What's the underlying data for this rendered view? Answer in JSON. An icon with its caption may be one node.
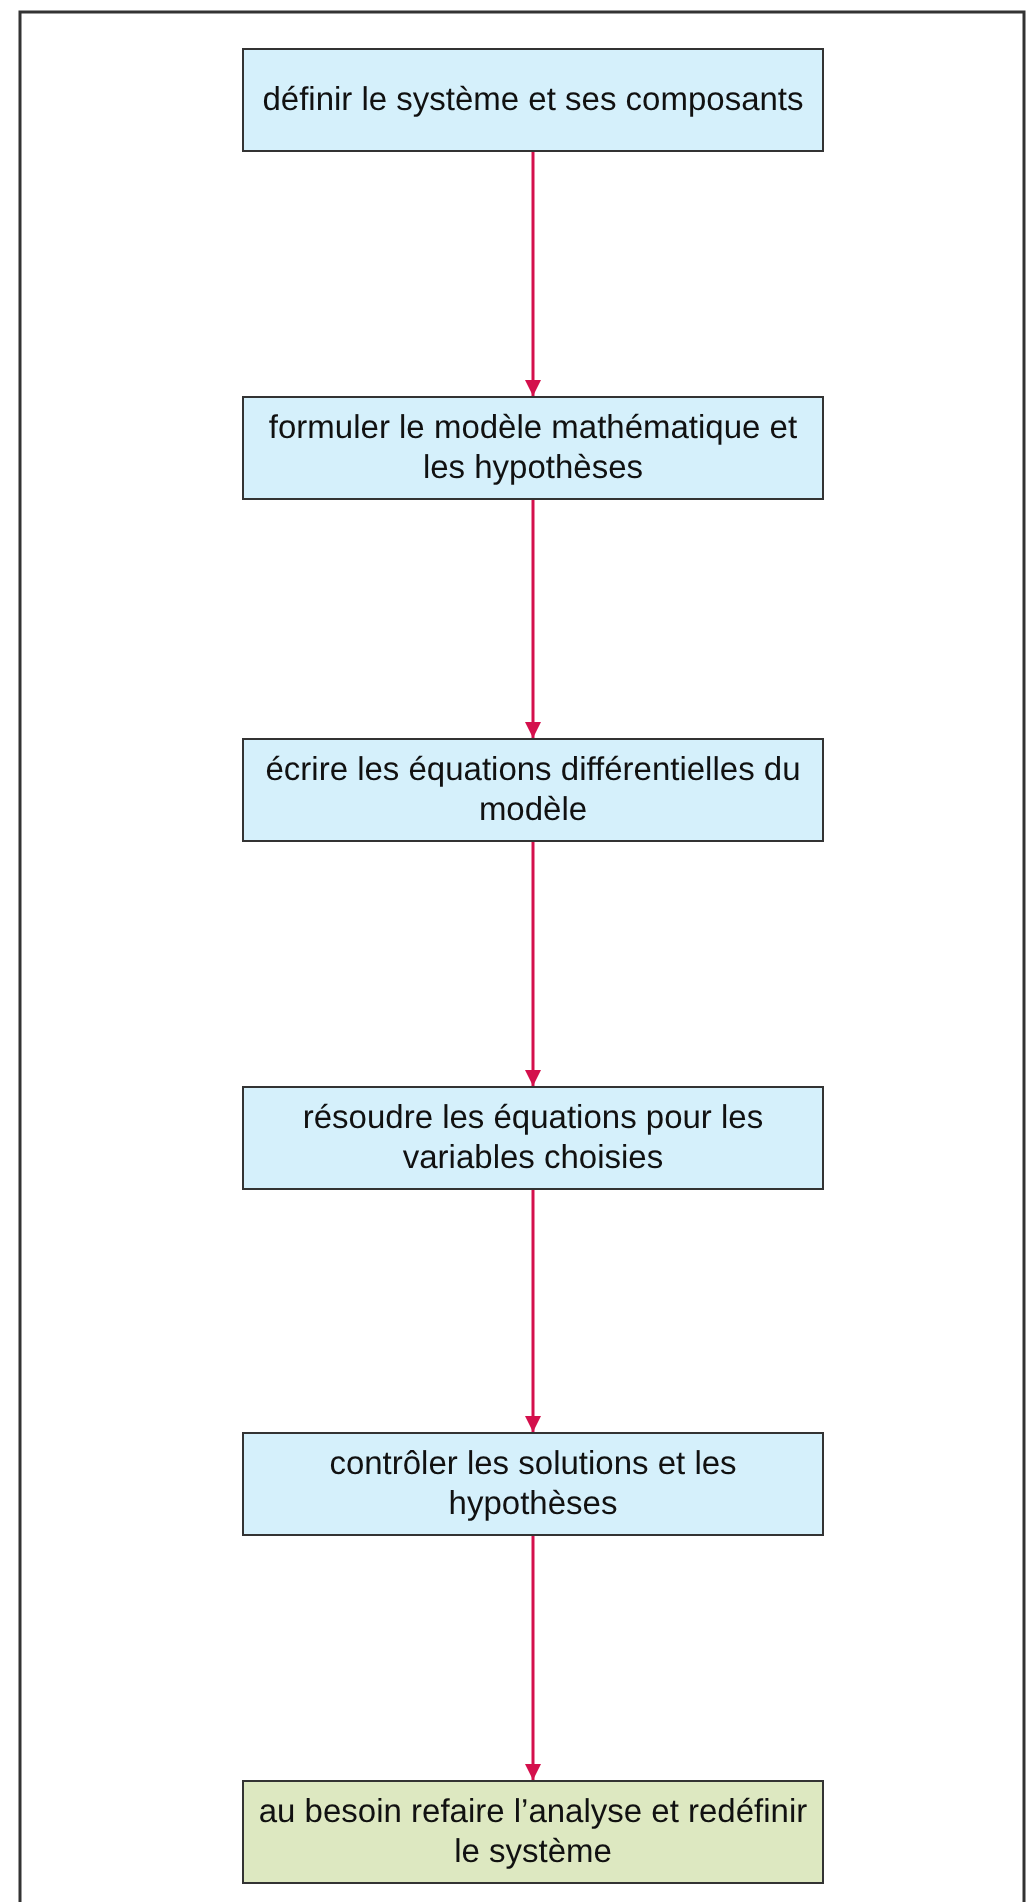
{
  "diagram": {
    "nodes": [
      {
        "text": [
          "définir le système et ses composants"
        ]
      },
      {
        "text": [
          "formuler le modèle mathématique et les hypothèses"
        ]
      },
      {
        "text": [
          "écrire les équations différentielles du modèle"
        ]
      },
      {
        "text": [
          "résoudre les équations pour les variables choisies"
        ]
      },
      {
        "text": [
          "contrôler les solutions et les hypothèses"
        ]
      },
      {
        "text": [
          "au besoin refaire l’analyse et redéfinir le système"
        ]
      }
    ],
    "edges": [
      {
        "from": 0,
        "to": 1,
        "arrow": "to"
      },
      {
        "from": 1,
        "to": 2,
        "arrow": "to"
      },
      {
        "from": 2,
        "to": 3,
        "arrow": "to"
      },
      {
        "from": 3,
        "to": 4,
        "arrow": "to"
      },
      {
        "from": 4,
        "to": 5,
        "arrow": "to"
      }
    ]
  }
}
